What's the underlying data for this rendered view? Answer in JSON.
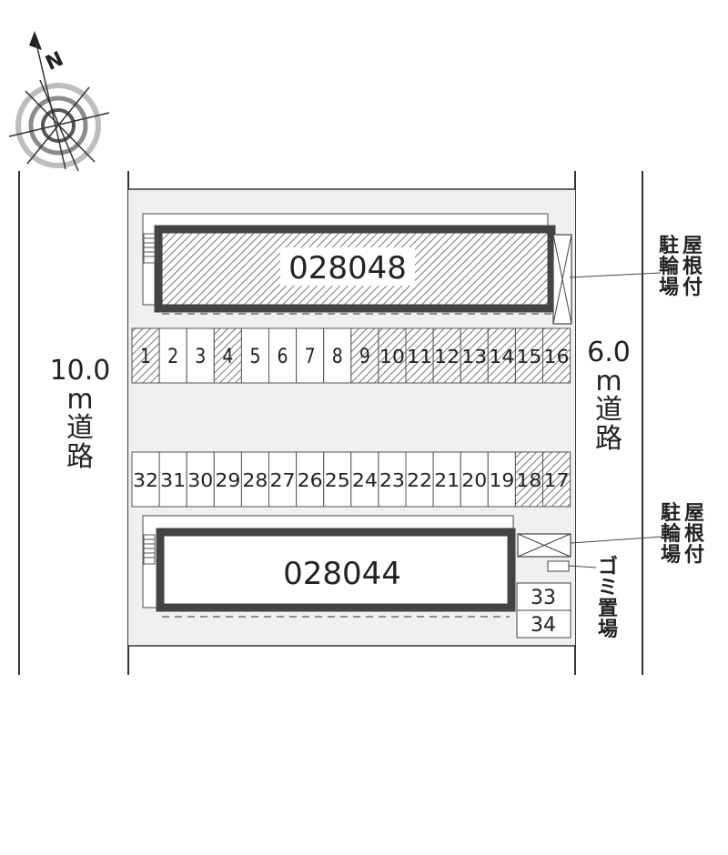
{
  "compass": {
    "north_label": "N"
  },
  "roads": {
    "west": {
      "width_text": "10.0",
      "unit_text": "m",
      "name_chars": [
        "道",
        "路"
      ]
    },
    "east": {
      "width_text": "6.0",
      "unit_text": "m",
      "name_chars": [
        "道",
        "路"
      ]
    }
  },
  "buildings": [
    {
      "id_text": "028048",
      "hatched": true
    },
    {
      "id_text": "028044",
      "hatched": false
    }
  ],
  "facility_labels": {
    "bike_parking_top": {
      "col1": [
        "駐",
        "輪",
        "場"
      ],
      "col2": [
        "屋",
        "根",
        "付"
      ]
    },
    "bike_parking_bottom": {
      "col1": [
        "駐",
        "輪",
        "場"
      ],
      "col2": [
        "屋",
        "根",
        "付"
      ]
    },
    "garbage": [
      "ゴ",
      "ミ",
      "置",
      "場"
    ]
  },
  "parking_rows": {
    "upper": [
      "1",
      "2",
      "3",
      "4",
      "5",
      "6",
      "7",
      "8",
      "9",
      "10",
      "11",
      "12",
      "13",
      "14",
      "15",
      "16"
    ],
    "upper_hatched": [
      "1",
      "4",
      "9",
      "10",
      "11",
      "12",
      "13",
      "14",
      "15",
      "16"
    ],
    "lower": [
      "32",
      "31",
      "30",
      "29",
      "28",
      "27",
      "26",
      "25",
      "24",
      "23",
      "22",
      "21",
      "20",
      "19",
      "18",
      "17"
    ],
    "lower_hatched": [
      "18",
      "17"
    ],
    "extra": [
      "33",
      "34"
    ]
  },
  "colors": {
    "line": "#333333",
    "hatch": "#777777",
    "lot_bg": "#ffffff"
  }
}
